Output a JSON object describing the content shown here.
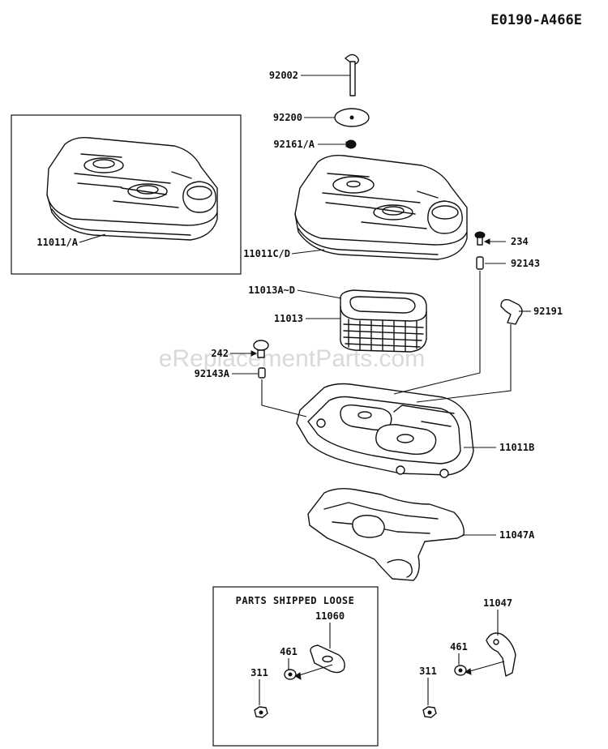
{
  "diagram_code": "E0190-A466E",
  "watermark": "eReplacementParts.com",
  "loose_box_title": "PARTS SHIPPED LOOSE",
  "labels": {
    "p92002": "92002",
    "p92200": "92200",
    "p92161A": "92161/A",
    "p11011A": "11011/A",
    "p11011CD": "11011C/D",
    "p234": "234",
    "p92143": "92143",
    "p11013AD": "11013A~D",
    "p11013": "11013",
    "p92191": "92191",
    "p242": "242",
    "p92143A": "92143A",
    "p11011B": "11011B",
    "p11047A": "11047A",
    "p11060": "11060",
    "p461_left": "461",
    "p311_left": "311",
    "p11047": "11047",
    "p461_right": "461",
    "p311_right": "311"
  }
}
